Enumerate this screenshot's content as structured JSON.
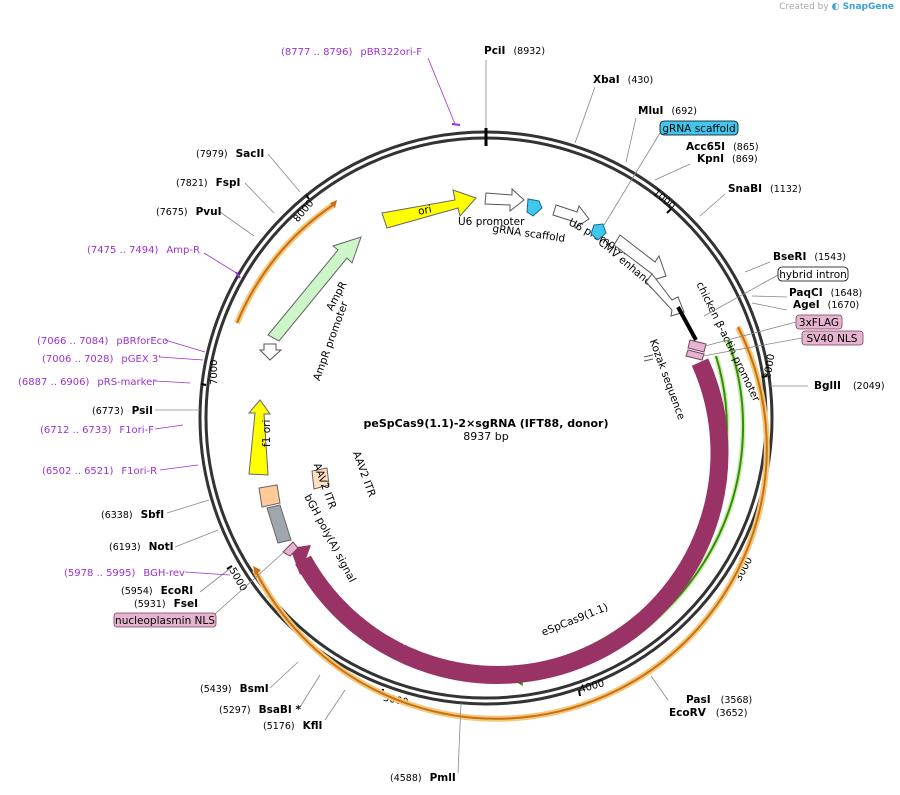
{
  "credit": {
    "prefix": "Created by",
    "brand": "SnapGene"
  },
  "plasmid": {
    "name": "peSpCas9(1.1)-2×sgRNA (IFT88, donor)",
    "length_label": "8937 bp",
    "length": 8937
  },
  "ticks": [
    "1000",
    "2000",
    "3000",
    "4000",
    "5000",
    "5000",
    "7000",
    "8000"
  ],
  "sites": [
    {
      "name": "PciI",
      "pos": "(8932)",
      "pos_first": false
    },
    {
      "name": "XbaI",
      "pos": "(430)",
      "pos_first": false
    },
    {
      "name": "MluI",
      "pos": "(692)",
      "pos_first": false
    },
    {
      "name": "Acc65I",
      "pos": "(865)",
      "pos_first": false
    },
    {
      "name": "KpnI",
      "pos": "(869)",
      "pos_first": false
    },
    {
      "name": "SnaBI",
      "pos": "(1132)",
      "pos_first": false
    },
    {
      "name": "BseRI",
      "pos": "(1543)",
      "pos_first": false
    },
    {
      "name": "PaqCI",
      "pos": "(1648)",
      "pos_first": false
    },
    {
      "name": "AgeI",
      "pos": "(1670)",
      "pos_first": false
    },
    {
      "name": "BglII",
      "pos": "(2049)",
      "pos_first": false
    },
    {
      "name": "PasI",
      "pos": "(3568)",
      "pos_first": false
    },
    {
      "name": "EcoRV",
      "pos": "(3652)",
      "pos_first": false
    },
    {
      "name": "PmlI",
      "pos": "(4588)",
      "pos_first": true
    },
    {
      "name": "KflI",
      "pos": "(5176)",
      "pos_first": true
    },
    {
      "name": "BsaBI *",
      "pos": "(5297)",
      "pos_first": true
    },
    {
      "name": "BsmI",
      "pos": "(5439)",
      "pos_first": true
    },
    {
      "name": "FseI",
      "pos": "(5931)",
      "pos_first": true
    },
    {
      "name": "EcoRI",
      "pos": "(5954)",
      "pos_first": true
    },
    {
      "name": "NotI",
      "pos": "(6193)",
      "pos_first": true
    },
    {
      "name": "SbfI",
      "pos": "(6338)",
      "pos_first": true
    },
    {
      "name": "PsiI",
      "pos": "(6773)",
      "pos_first": true
    },
    {
      "name": "PvuI",
      "pos": "(7675)",
      "pos_first": true
    },
    {
      "name": "FspI",
      "pos": "(7821)",
      "pos_first": true
    },
    {
      "name": "SacII",
      "pos": "(7979)",
      "pos_first": true
    }
  ],
  "primers": [
    {
      "range": "(8777 .. 8796)",
      "name": "pBR322ori-F"
    },
    {
      "range": "(7475 .. 7494)",
      "name": "Amp-R"
    },
    {
      "range": "(7066 .. 7084)",
      "name": "pBRforEco"
    },
    {
      "range": "(7006 .. 7028)",
      "name": "pGEX 3'"
    },
    {
      "range": "(6887 .. 6906)",
      "name": "pRS-marker"
    },
    {
      "range": "(6712 .. 6733)",
      "name": "F1ori-F"
    },
    {
      "range": "(6502 .. 6521)",
      "name": "F1ori-R"
    },
    {
      "range": "(5978 .. 5995)",
      "name": "BGH-rev"
    }
  ],
  "boxed_features": [
    {
      "label": "gRNA scaffold",
      "fill": "#3fc8ef"
    },
    {
      "label": "hybrid intron",
      "fill": "#ffffff"
    },
    {
      "label": "3xFLAG",
      "fill": "#e6b4cf"
    },
    {
      "label": "SV40 NLS",
      "fill": "#e6b4cf"
    },
    {
      "label": "nucleoplasmin NLS",
      "fill": "#e6b4cf"
    }
  ],
  "features": {
    "ori": "ori",
    "u6_promoter_1": "U6 promoter",
    "grna_scaffold_1": "gRNA scaffold",
    "u6_promoter_2": "U6 promoter",
    "cmv_enhancer": "CMV enhancer",
    "chicken_promoter": "chicken β-actin promoter",
    "kozak": "Kozak sequence",
    "ampr": "AmpR",
    "ampr_promoter": "AmpR promoter",
    "f1_ori": "f1 ori",
    "aav2_itr_1": "AAV2 ITR",
    "aav2_itr_2": "AAV2 ITR",
    "bgh": "bGH poly(A) signal",
    "escas9": "eSpCas9(1.1)"
  },
  "colors": {
    "ori": "#ffff00",
    "ampr": "#ccf5c8",
    "cas9": "#993366",
    "nls": "#e6b4cf",
    "scaffold": "#3fc8ef",
    "itr": "#ffcc99",
    "bgh": "#a0a6ad",
    "primer": "#9b30d0",
    "orf_orange": "#c87018",
    "orf_glow": "#f4c878",
    "orf_green": "#3a8a10",
    "orf_green_glow": "#c9f0a8"
  }
}
